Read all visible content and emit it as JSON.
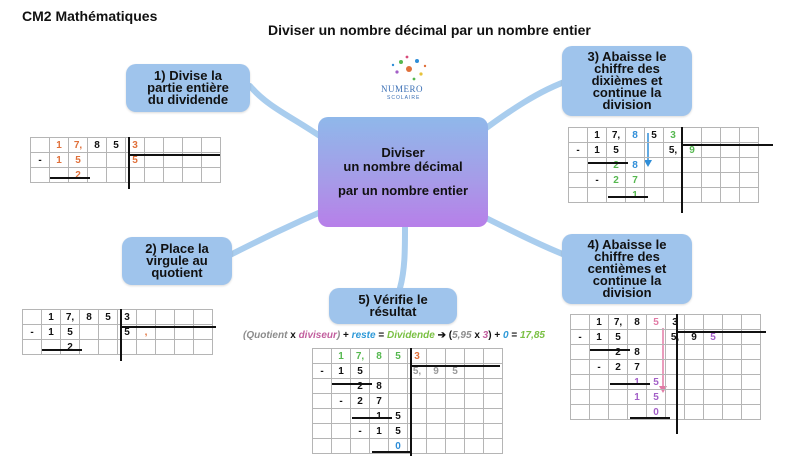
{
  "header": {
    "class_title": "CM2 Mathématiques",
    "lesson_title": "Diviser un nombre décimal par un nombre entier"
  },
  "logo": {
    "text": "NUMERO",
    "tag": "SCOLAIRE"
  },
  "center": {
    "line1": "Diviser",
    "line2": "un nombre décimal",
    "line3": "par un nombre entier"
  },
  "steps": [
    {
      "lines": [
        "1) Divise la",
        "partie entière",
        "du dividende"
      ]
    },
    {
      "lines": [
        "2) Place la",
        "virgule au",
        "quotient"
      ]
    },
    {
      "lines": [
        "3) Abaisse le",
        "chiffre des",
        "dixièmes et",
        "continue la",
        "division"
      ]
    },
    {
      "lines": [
        "4) Abaisse le",
        "chiffre des",
        "centièmes et",
        "continue la",
        "division"
      ]
    },
    {
      "lines": [
        "5) Vérifie le",
        "résultat"
      ]
    }
  ],
  "formula": {
    "p1": "(Quotient",
    "times": "x",
    "p2": "diviseur",
    "p3": ")",
    "plus": "+",
    "reste": "reste",
    "eq": "=",
    "dividende": "Dividende",
    "arrow": "➔",
    "open": "(",
    "q": "5,95",
    "x2": "x",
    "d": "3",
    "close": ")",
    "plus2": "+",
    "r": "0",
    "eq2": "=",
    "result": "17,85"
  },
  "tables": {
    "t1": {
      "r0": [
        "",
        "1",
        "7,",
        "8",
        "5",
        "3",
        "",
        "",
        "",
        ""
      ],
      "r1": [
        "-",
        "1",
        "5",
        "",
        "",
        "5",
        "",
        "",
        "",
        ""
      ],
      "r2": [
        "",
        "",
        "2",
        "",
        "",
        "",
        "",
        "",
        "",
        ""
      ]
    },
    "t2": {
      "r0": [
        "",
        "1",
        "7,",
        "8",
        "5",
        "3",
        "",
        "",
        "",
        ""
      ],
      "r1": [
        "-",
        "1",
        "5",
        "",
        "",
        "5",
        ",",
        "",
        "",
        ""
      ],
      "r2": [
        "",
        "",
        "2",
        "",
        "",
        "",
        "",
        "",
        "",
        ""
      ]
    },
    "t3": {
      "r0": [
        "",
        "1",
        "7,",
        "8",
        "5",
        "3",
        "",
        "",
        "",
        ""
      ],
      "r1": [
        "-",
        "1",
        "5",
        "",
        "",
        "5,",
        "9",
        "",
        "",
        ""
      ],
      "r2": [
        "",
        "",
        "2",
        "8",
        "",
        "",
        "",
        "",
        "",
        ""
      ],
      "r3": [
        "",
        "-",
        "2",
        "7",
        "",
        "",
        "",
        "",
        "",
        ""
      ],
      "r4": [
        "",
        "",
        "",
        "1",
        "",
        "",
        "",
        "",
        "",
        ""
      ]
    },
    "t4": {
      "r0": [
        "",
        "1",
        "7,",
        "8",
        "5",
        "3",
        "",
        "",
        "",
        ""
      ],
      "r1": [
        "-",
        "1",
        "5",
        "",
        "",
        "5,",
        "9",
        "5",
        "",
        ""
      ],
      "r2": [
        "",
        "",
        "2",
        "8",
        "",
        "",
        "",
        "",
        "",
        ""
      ],
      "r3": [
        "",
        "-",
        "2",
        "7",
        "",
        "",
        "",
        "",
        "",
        ""
      ],
      "r4": [
        "",
        "",
        "",
        "1",
        "5",
        "",
        "",
        "",
        "",
        ""
      ],
      "r5": [
        "",
        "",
        "",
        "1",
        "5",
        "",
        "",
        "",
        "",
        ""
      ],
      "r6": [
        "",
        "",
        "",
        "",
        "0",
        "",
        "",
        "",
        "",
        ""
      ]
    },
    "t5": {
      "r0": [
        "",
        "1",
        "7,",
        "8",
        "5",
        "3",
        "",
        "",
        "",
        ""
      ],
      "r1": [
        "-",
        "1",
        "5",
        "",
        "",
        "5,",
        "9",
        "5",
        "",
        ""
      ],
      "r2": [
        "",
        "",
        "2",
        "8",
        "",
        "",
        "",
        "",
        "",
        ""
      ],
      "r3": [
        "",
        "-",
        "2",
        "7",
        "",
        "",
        "",
        "",
        "",
        ""
      ],
      "r4": [
        "",
        "",
        "",
        "1",
        "5",
        "",
        "",
        "",
        "",
        ""
      ],
      "r5": [
        "",
        "",
        "-",
        "1",
        "5",
        "",
        "",
        "",
        "",
        ""
      ],
      "r6": [
        "",
        "",
        "",
        "",
        "0",
        "",
        "",
        "",
        "",
        ""
      ]
    }
  }
}
